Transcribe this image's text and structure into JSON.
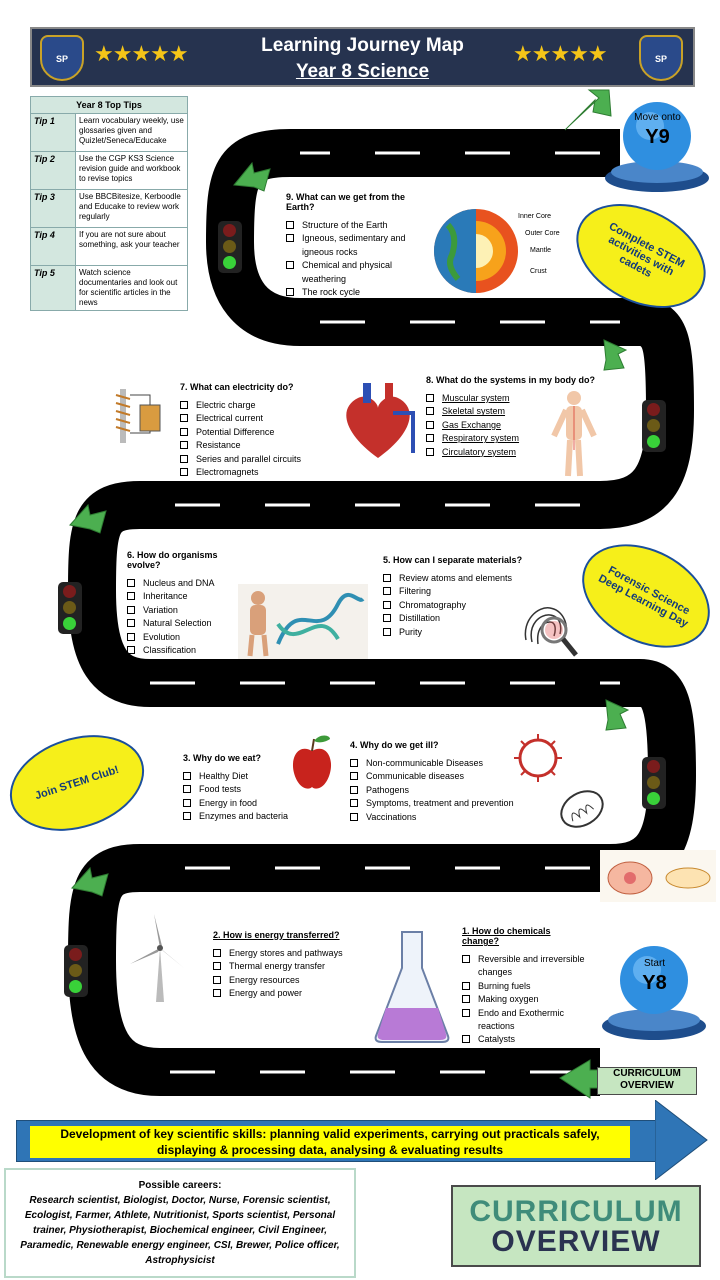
{
  "header": {
    "title": "Learning Journey Map",
    "subtitle": "Year 8 Science",
    "crest_text": "SP",
    "stars": "★★★★★"
  },
  "tips": {
    "heading": "Year 8 Top Tips",
    "rows": [
      {
        "label": "Tip 1",
        "text": "Learn vocabulary weekly, use glossaries given and Quizlet/Seneca/Educake"
      },
      {
        "label": "Tip 2",
        "text": "Use the CGP KS3 Science revision guide and workbook to revise topics"
      },
      {
        "label": "Tip 3",
        "text": "Use BBCBitesize, Kerboodle and Educake to review work regularly"
      },
      {
        "label": "Tip 4",
        "text": "If you are not sure about something, ask your teacher"
      },
      {
        "label": "Tip 5",
        "text": "Watch science documentaries and look out for scientific articles in the news"
      }
    ]
  },
  "milestones": {
    "end_top": "Move onto",
    "end_main": "Y9",
    "start_top": "Start",
    "start_main": "Y8"
  },
  "ovals": {
    "stem_cadets": "Complete STEM activities with cadets",
    "forensic": "Forensic Science Deep Learning Day",
    "stem_club": "Join STEM Club!"
  },
  "sections": {
    "s9": {
      "title": "9. What can we get from the Earth?",
      "items": [
        "Structure of the Earth",
        "Igneous, sedimentary and igneous rocks",
        "Chemical and physical weathering",
        "The rock cycle"
      ]
    },
    "s8": {
      "title": "8. What do the systems in my body do?",
      "items": [
        "Muscular system",
        "Skeletal system",
        "Gas Exchange",
        "Respiratory system",
        "Circulatory system"
      ]
    },
    "s7": {
      "title": "7. What can electricity do?",
      "items": [
        "Electric charge",
        "Electrical current",
        "Potential Difference",
        "Resistance",
        "Series and parallel circuits",
        "Electromagnets"
      ]
    },
    "s6": {
      "title": "6. How do organisms evolve?",
      "items": [
        "Nucleus and DNA",
        "Inheritance",
        "Variation",
        "Natural Selection",
        "Evolution",
        "Classification"
      ]
    },
    "s5": {
      "title": "5. How can I separate materials?",
      "items": [
        "Review atoms and elements",
        "Filtering",
        "Chromatography",
        "Distillation",
        "Purity"
      ]
    },
    "s4": {
      "title": "4. Why do we get ill?",
      "items": [
        "Non-communicable Diseases",
        "Communicable diseases",
        "Pathogens",
        "Symptoms, treatment and prevention",
        "Vaccinations"
      ]
    },
    "s3": {
      "title": "3. Why do we eat?",
      "items": [
        "Healthy Diet",
        "Food tests",
        "Energy in food",
        "Enzymes and bacteria"
      ]
    },
    "s2": {
      "title": "2. How is energy transferred?",
      "items": [
        "Energy stores and pathways",
        "Thermal energy transfer",
        "Energy resources",
        "Energy and power"
      ]
    },
    "s1": {
      "title": "1. How do chemicals change?",
      "items": [
        "Reversible and irreversible changes",
        "Burning fuels",
        "Making oxygen",
        "Endo and Exothermic reactions",
        "Catalysts"
      ]
    }
  },
  "earth_labels": {
    "inner": "Inner Core",
    "outer": "Outer Core",
    "mantle": "Mantle",
    "crust": "Crust"
  },
  "skills": "Development of key scientific skills: planning valid experiments, carrying out practicals safely, displaying & processing data, analysing & evaluating results",
  "careers": {
    "heading": "Possible careers:",
    "text": "Research scientist, Biologist, Doctor, Nurse, Forensic scientist, Ecologist, Farmer, Athlete, Nutritionist, Sports scientist, Personal trainer, Physiotherapist, Biochemical engineer, Civil Engineer, Paramedic, Renewable energy engineer, CSI, Brewer, Police officer, Astrophysicist"
  },
  "curriculum": {
    "line1": "CURRICULUM",
    "line2": "OVERVIEW"
  },
  "colors": {
    "road": "#000000",
    "header": "#26334f",
    "oval_fill": "#f6ef1a",
    "tip_fill": "#d3e7df",
    "arrow_green": "#4caf50"
  }
}
